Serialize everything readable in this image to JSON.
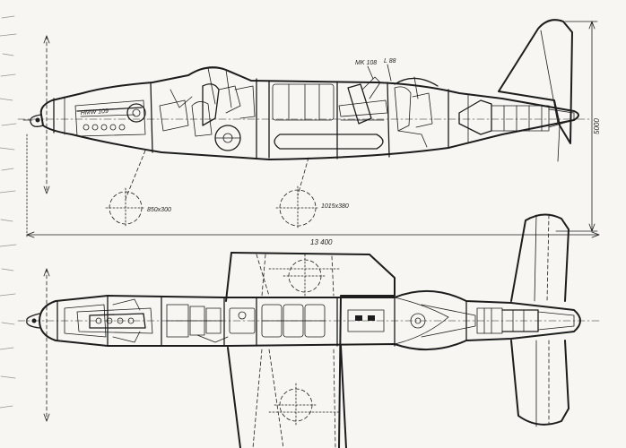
{
  "labels": {
    "gun": "MK 108",
    "engine_left": "HMW 109",
    "seat": "L 88",
    "wheel_front": "850x300",
    "wheel_main": "1015x380",
    "length": "13 400",
    "height": "5000"
  },
  "colors": {
    "ink": "#1d1d1d",
    "paper": "#f7f6f2"
  }
}
